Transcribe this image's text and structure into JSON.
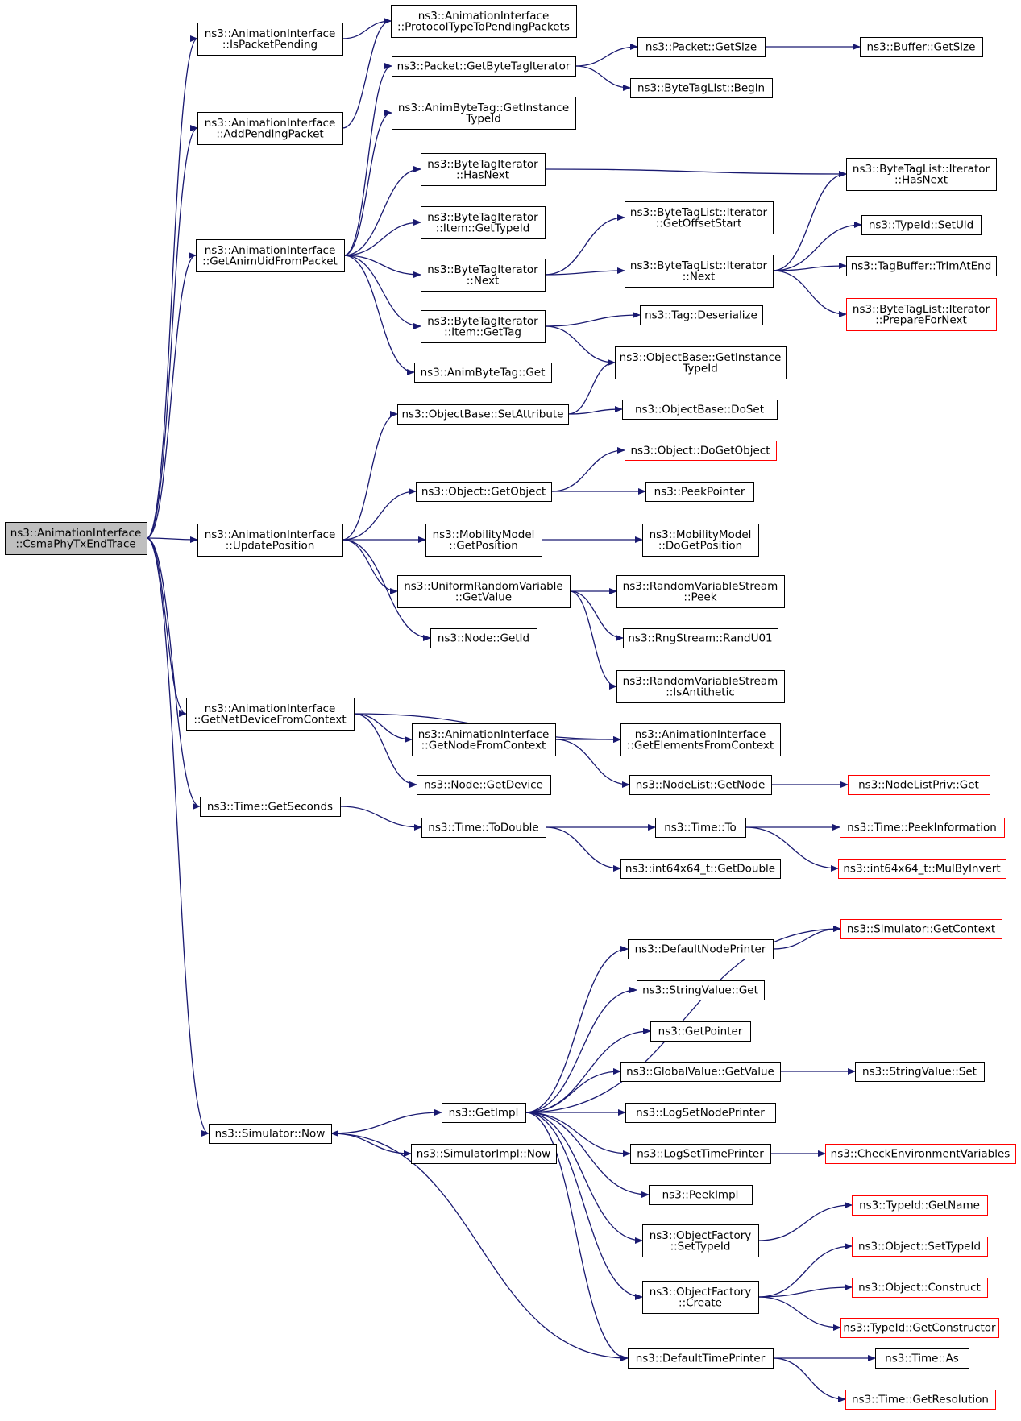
{
  "diagram": {
    "edge_color": "#191970",
    "box_border": "#000000",
    "truncated_border": "#ff0000",
    "root_fill": "#bfbfbf",
    "box_fill": "#ffffff",
    "nodes": [
      {
        "id": "root",
        "lines": [
          "ns3::AnimationInterface",
          "::CsmaPhyTxEndTrace"
        ],
        "style": "root"
      },
      {
        "id": "isPending",
        "lines": [
          "ns3::AnimationInterface",
          "::IsPacketPending"
        ],
        "style": "normal"
      },
      {
        "id": "protocolType",
        "lines": [
          "ns3::AnimationInterface",
          "::ProtocolTypeToPendingPackets"
        ],
        "style": "normal"
      },
      {
        "id": "addPending",
        "lines": [
          "ns3::AnimationInterface",
          "::AddPendingPacket"
        ],
        "style": "normal"
      },
      {
        "id": "getAnimUid",
        "lines": [
          "ns3::AnimationInterface",
          "::GetAnimUidFromPacket"
        ],
        "style": "normal"
      },
      {
        "id": "pktGetByteTagIt",
        "lines": [
          "ns3::Packet::GetByteTagIterator"
        ],
        "style": "normal"
      },
      {
        "id": "pktGetSize",
        "lines": [
          "ns3::Packet::GetSize"
        ],
        "style": "normal"
      },
      {
        "id": "bufGetSize",
        "lines": [
          "ns3::Buffer::GetSize"
        ],
        "style": "normal"
      },
      {
        "id": "btlBegin",
        "lines": [
          "ns3::ByteTagList::Begin"
        ],
        "style": "normal"
      },
      {
        "id": "animGetInstTid",
        "lines": [
          "ns3::AnimByteTag::GetInstance",
          "TypeId"
        ],
        "style": "normal"
      },
      {
        "id": "btiHasNext",
        "lines": [
          "ns3::ByteTagIterator",
          "::HasNext"
        ],
        "style": "normal"
      },
      {
        "id": "btliHasNext",
        "lines": [
          "ns3::ByteTagList::Iterator",
          "::HasNext"
        ],
        "style": "normal"
      },
      {
        "id": "btiItemGetTypeId",
        "lines": [
          "ns3::ByteTagIterator",
          "::Item::GetTypeId"
        ],
        "style": "normal"
      },
      {
        "id": "btliGetOffsetStart",
        "lines": [
          "ns3::ByteTagList::Iterator",
          "::GetOffsetStart"
        ],
        "style": "normal"
      },
      {
        "id": "btiNext",
        "lines": [
          "ns3::ByteTagIterator",
          "::Next"
        ],
        "style": "normal"
      },
      {
        "id": "btliNext",
        "lines": [
          "ns3::ByteTagList::Iterator",
          "::Next"
        ],
        "style": "normal"
      },
      {
        "id": "tidSetUid",
        "lines": [
          "ns3::TypeId::SetUid"
        ],
        "style": "normal"
      },
      {
        "id": "tagBufTrim",
        "lines": [
          "ns3::TagBuffer::TrimAtEnd"
        ],
        "style": "normal"
      },
      {
        "id": "btliPrepare",
        "lines": [
          "ns3::ByteTagList::Iterator",
          "::PrepareForNext"
        ],
        "style": "truncated"
      },
      {
        "id": "btiItemGetTag",
        "lines": [
          "ns3::ByteTagIterator",
          "::Item::GetTag"
        ],
        "style": "normal"
      },
      {
        "id": "tagDeserialize",
        "lines": [
          "ns3::Tag::Deserialize"
        ],
        "style": "normal"
      },
      {
        "id": "obGetInstTid",
        "lines": [
          "ns3::ObjectBase::GetInstance",
          "TypeId"
        ],
        "style": "normal"
      },
      {
        "id": "animByteTagGet",
        "lines": [
          "ns3::AnimByteTag::Get"
        ],
        "style": "normal"
      },
      {
        "id": "obSetAttr",
        "lines": [
          "ns3::ObjectBase::SetAttribute"
        ],
        "style": "normal"
      },
      {
        "id": "obDoSet",
        "lines": [
          "ns3::ObjectBase::DoSet"
        ],
        "style": "normal"
      },
      {
        "id": "objDoGetObject",
        "lines": [
          "ns3::Object::DoGetObject"
        ],
        "style": "truncated"
      },
      {
        "id": "objGetObject",
        "lines": [
          "ns3::Object::GetObject"
        ],
        "style": "normal"
      },
      {
        "id": "peekPointer",
        "lines": [
          "ns3::PeekPointer"
        ],
        "style": "normal"
      },
      {
        "id": "updatePosition",
        "lines": [
          "ns3::AnimationInterface",
          "::UpdatePosition"
        ],
        "style": "normal"
      },
      {
        "id": "mmGetPosition",
        "lines": [
          "ns3::MobilityModel",
          "::GetPosition"
        ],
        "style": "normal"
      },
      {
        "id": "mmDoGetPosition",
        "lines": [
          "ns3::MobilityModel",
          "::DoGetPosition"
        ],
        "style": "normal"
      },
      {
        "id": "urvGetValue",
        "lines": [
          "ns3::UniformRandomVariable",
          "::GetValue"
        ],
        "style": "normal"
      },
      {
        "id": "rvsPeek",
        "lines": [
          "ns3::RandomVariableStream",
          "::Peek"
        ],
        "style": "normal"
      },
      {
        "id": "rngRandU01",
        "lines": [
          "ns3::RngStream::RandU01"
        ],
        "style": "normal"
      },
      {
        "id": "rvsIsAntithetic",
        "lines": [
          "ns3::RandomVariableStream",
          "::IsAntithetic"
        ],
        "style": "normal"
      },
      {
        "id": "nodeGetId",
        "lines": [
          "ns3::Node::GetId"
        ],
        "style": "normal"
      },
      {
        "id": "getNetDevice",
        "lines": [
          "ns3::AnimationInterface",
          "::GetNetDeviceFromContext"
        ],
        "style": "normal"
      },
      {
        "id": "getNodeFromCtx",
        "lines": [
          "ns3::AnimationInterface",
          "::GetNodeFromContext"
        ],
        "style": "normal"
      },
      {
        "id": "getElemFromCtx",
        "lines": [
          "ns3::AnimationInterface",
          "::GetElementsFromContext"
        ],
        "style": "normal"
      },
      {
        "id": "nodeGetDevice",
        "lines": [
          "ns3::Node::GetDevice"
        ],
        "style": "normal"
      },
      {
        "id": "nodeListGetNode",
        "lines": [
          "ns3::NodeList::GetNode"
        ],
        "style": "normal"
      },
      {
        "id": "nodeListPrivGet",
        "lines": [
          "ns3::NodeListPriv::Get"
        ],
        "style": "truncated"
      },
      {
        "id": "timeGetSeconds",
        "lines": [
          "ns3::Time::GetSeconds"
        ],
        "style": "normal"
      },
      {
        "id": "timeToDouble",
        "lines": [
          "ns3::Time::ToDouble"
        ],
        "style": "normal"
      },
      {
        "id": "timeTo",
        "lines": [
          "ns3::Time::To"
        ],
        "style": "normal"
      },
      {
        "id": "timePeekInfo",
        "lines": [
          "ns3::Time::PeekInformation"
        ],
        "style": "truncated"
      },
      {
        "id": "i64GetDouble",
        "lines": [
          "ns3::int64x64_t::GetDouble"
        ],
        "style": "normal"
      },
      {
        "id": "i64MulByInvert",
        "lines": [
          "ns3::int64x64_t::MulByInvert"
        ],
        "style": "truncated"
      },
      {
        "id": "simGetContext",
        "lines": [
          "ns3::Simulator::GetContext"
        ],
        "style": "truncated"
      },
      {
        "id": "defNodePrinter",
        "lines": [
          "ns3::DefaultNodePrinter"
        ],
        "style": "normal"
      },
      {
        "id": "strValGet",
        "lines": [
          "ns3::StringValue::Get"
        ],
        "style": "normal"
      },
      {
        "id": "getPointer",
        "lines": [
          "ns3::GetPointer"
        ],
        "style": "normal"
      },
      {
        "id": "gvGetValue",
        "lines": [
          "ns3::GlobalValue::GetValue"
        ],
        "style": "normal"
      },
      {
        "id": "strValSet",
        "lines": [
          "ns3::StringValue::Set"
        ],
        "style": "normal"
      },
      {
        "id": "getImpl",
        "lines": [
          "ns3::GetImpl"
        ],
        "style": "normal"
      },
      {
        "id": "logSetNodePrinter",
        "lines": [
          "ns3::LogSetNodePrinter"
        ],
        "style": "normal"
      },
      {
        "id": "simNow",
        "lines": [
          "ns3::Simulator::Now"
        ],
        "style": "normal"
      },
      {
        "id": "logSetTimePrinter",
        "lines": [
          "ns3::LogSetTimePrinter"
        ],
        "style": "normal"
      },
      {
        "id": "checkEnvVars",
        "lines": [
          "ns3::CheckEnvironmentVariables"
        ],
        "style": "truncated"
      },
      {
        "id": "simImplNow",
        "lines": [
          "ns3::SimulatorImpl::Now"
        ],
        "style": "normal"
      },
      {
        "id": "peekImpl",
        "lines": [
          "ns3::PeekImpl"
        ],
        "style": "normal"
      },
      {
        "id": "ofSetTypeId",
        "lines": [
          "ns3::ObjectFactory",
          "::SetTypeId"
        ],
        "style": "normal"
      },
      {
        "id": "tidGetName",
        "lines": [
          "ns3::TypeId::GetName"
        ],
        "style": "truncated"
      },
      {
        "id": "objSetTypeId",
        "lines": [
          "ns3::Object::SetTypeId"
        ],
        "style": "truncated"
      },
      {
        "id": "ofCreate",
        "lines": [
          "ns3::ObjectFactory",
          "::Create"
        ],
        "style": "normal"
      },
      {
        "id": "objConstruct",
        "lines": [
          "ns3::Object::Construct"
        ],
        "style": "truncated"
      },
      {
        "id": "tidGetConstructor",
        "lines": [
          "ns3::TypeId::GetConstructor"
        ],
        "style": "truncated"
      },
      {
        "id": "defTimePrinter",
        "lines": [
          "ns3::DefaultTimePrinter"
        ],
        "style": "normal"
      },
      {
        "id": "timeAs",
        "lines": [
          "ns3::Time::As"
        ],
        "style": "normal"
      },
      {
        "id": "timeGetResolution",
        "lines": [
          "ns3::Time::GetResolution"
        ],
        "style": "truncated"
      }
    ],
    "edges": [
      [
        "root",
        "isPending"
      ],
      [
        "root",
        "addPending"
      ],
      [
        "root",
        "getAnimUid"
      ],
      [
        "root",
        "updatePosition"
      ],
      [
        "root",
        "getNetDevice"
      ],
      [
        "root",
        "timeGetSeconds"
      ],
      [
        "root",
        "simNow"
      ],
      [
        "isPending",
        "protocolType"
      ],
      [
        "addPending",
        "protocolType"
      ],
      [
        "getAnimUid",
        "pktGetByteTagIt"
      ],
      [
        "getAnimUid",
        "animGetInstTid"
      ],
      [
        "getAnimUid",
        "btiHasNext"
      ],
      [
        "getAnimUid",
        "btiItemGetTypeId"
      ],
      [
        "getAnimUid",
        "btiNext"
      ],
      [
        "getAnimUid",
        "btiItemGetTag"
      ],
      [
        "getAnimUid",
        "animByteTagGet"
      ],
      [
        "pktGetByteTagIt",
        "pktGetSize"
      ],
      [
        "pktGetByteTagIt",
        "btlBegin"
      ],
      [
        "pktGetSize",
        "bufGetSize"
      ],
      [
        "btiHasNext",
        "btliHasNext"
      ],
      [
        "btiNext",
        "btliGetOffsetStart"
      ],
      [
        "btiNext",
        "btliNext"
      ],
      [
        "btliNext",
        "btliHasNext"
      ],
      [
        "btliNext",
        "tidSetUid"
      ],
      [
        "btliNext",
        "tagBufTrim"
      ],
      [
        "btliNext",
        "btliPrepare"
      ],
      [
        "btiItemGetTag",
        "tagDeserialize"
      ],
      [
        "btiItemGetTag",
        "obGetInstTid"
      ],
      [
        "updatePosition",
        "obSetAttr"
      ],
      [
        "updatePosition",
        "objGetObject"
      ],
      [
        "updatePosition",
        "mmGetPosition"
      ],
      [
        "updatePosition",
        "urvGetValue"
      ],
      [
        "updatePosition",
        "nodeGetId"
      ],
      [
        "obSetAttr",
        "obGetInstTid"
      ],
      [
        "obSetAttr",
        "obDoSet"
      ],
      [
        "objGetObject",
        "objDoGetObject"
      ],
      [
        "objGetObject",
        "peekPointer"
      ],
      [
        "mmGetPosition",
        "mmDoGetPosition"
      ],
      [
        "urvGetValue",
        "rvsPeek"
      ],
      [
        "urvGetValue",
        "rngRandU01"
      ],
      [
        "urvGetValue",
        "rvsIsAntithetic"
      ],
      [
        "getNetDevice",
        "getElemFromCtx"
      ],
      [
        "getNetDevice",
        "getNodeFromCtx"
      ],
      [
        "getNetDevice",
        "nodeGetDevice"
      ],
      [
        "getNodeFromCtx",
        "getElemFromCtx"
      ],
      [
        "getNodeFromCtx",
        "nodeListGetNode"
      ],
      [
        "nodeListGetNode",
        "nodeListPrivGet"
      ],
      [
        "timeGetSeconds",
        "timeToDouble"
      ],
      [
        "timeToDouble",
        "timeTo"
      ],
      [
        "timeToDouble",
        "i64GetDouble"
      ],
      [
        "timeTo",
        "timePeekInfo"
      ],
      [
        "timeTo",
        "i64MulByInvert"
      ],
      [
        "simNow",
        "getImpl"
      ],
      [
        "simNow",
        "simImplNow"
      ],
      [
        "getImpl",
        "simGetContext"
      ],
      [
        "getImpl",
        "defNodePrinter"
      ],
      [
        "getImpl",
        "strValGet"
      ],
      [
        "getImpl",
        "getPointer"
      ],
      [
        "getImpl",
        "gvGetValue"
      ],
      [
        "getImpl",
        "logSetNodePrinter"
      ],
      [
        "getImpl",
        "logSetTimePrinter"
      ],
      [
        "getImpl",
        "peekImpl"
      ],
      [
        "getImpl",
        "ofSetTypeId"
      ],
      [
        "getImpl",
        "ofCreate"
      ],
      [
        "getImpl",
        "defTimePrinter"
      ],
      [
        "defNodePrinter",
        "simGetContext"
      ],
      [
        "gvGetValue",
        "strValSet"
      ],
      [
        "logSetTimePrinter",
        "checkEnvVars"
      ],
      [
        "ofSetTypeId",
        "tidGetName"
      ],
      [
        "ofCreate",
        "objSetTypeId"
      ],
      [
        "ofCreate",
        "objConstruct"
      ],
      [
        "ofCreate",
        "tidGetConstructor"
      ],
      [
        "defTimePrinter",
        "simNow"
      ],
      [
        "defTimePrinter",
        "timeAs"
      ],
      [
        "defTimePrinter",
        "timeGetResolution"
      ]
    ]
  }
}
